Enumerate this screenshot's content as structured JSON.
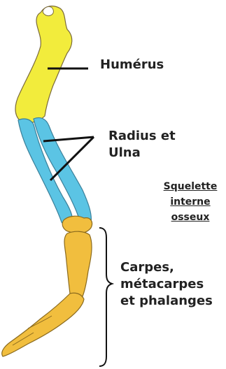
{
  "labels": {
    "humerus": "Humérus",
    "radius_ulna": [
      "Radius et",
      "Ulna"
    ],
    "squelette": [
      "Squelette",
      "interne",
      "osseux"
    ],
    "carpes": [
      "Carpes,",
      "métacarpes",
      "et phalanges"
    ]
  },
  "colors": {
    "humerus": "#F2EC3C",
    "radius_ulna": "#5BC4E4",
    "carpals": "#F1BE3E",
    "bone_outline": "#7A6A3A",
    "leader_line": "#111111",
    "text": "#222222"
  }
}
